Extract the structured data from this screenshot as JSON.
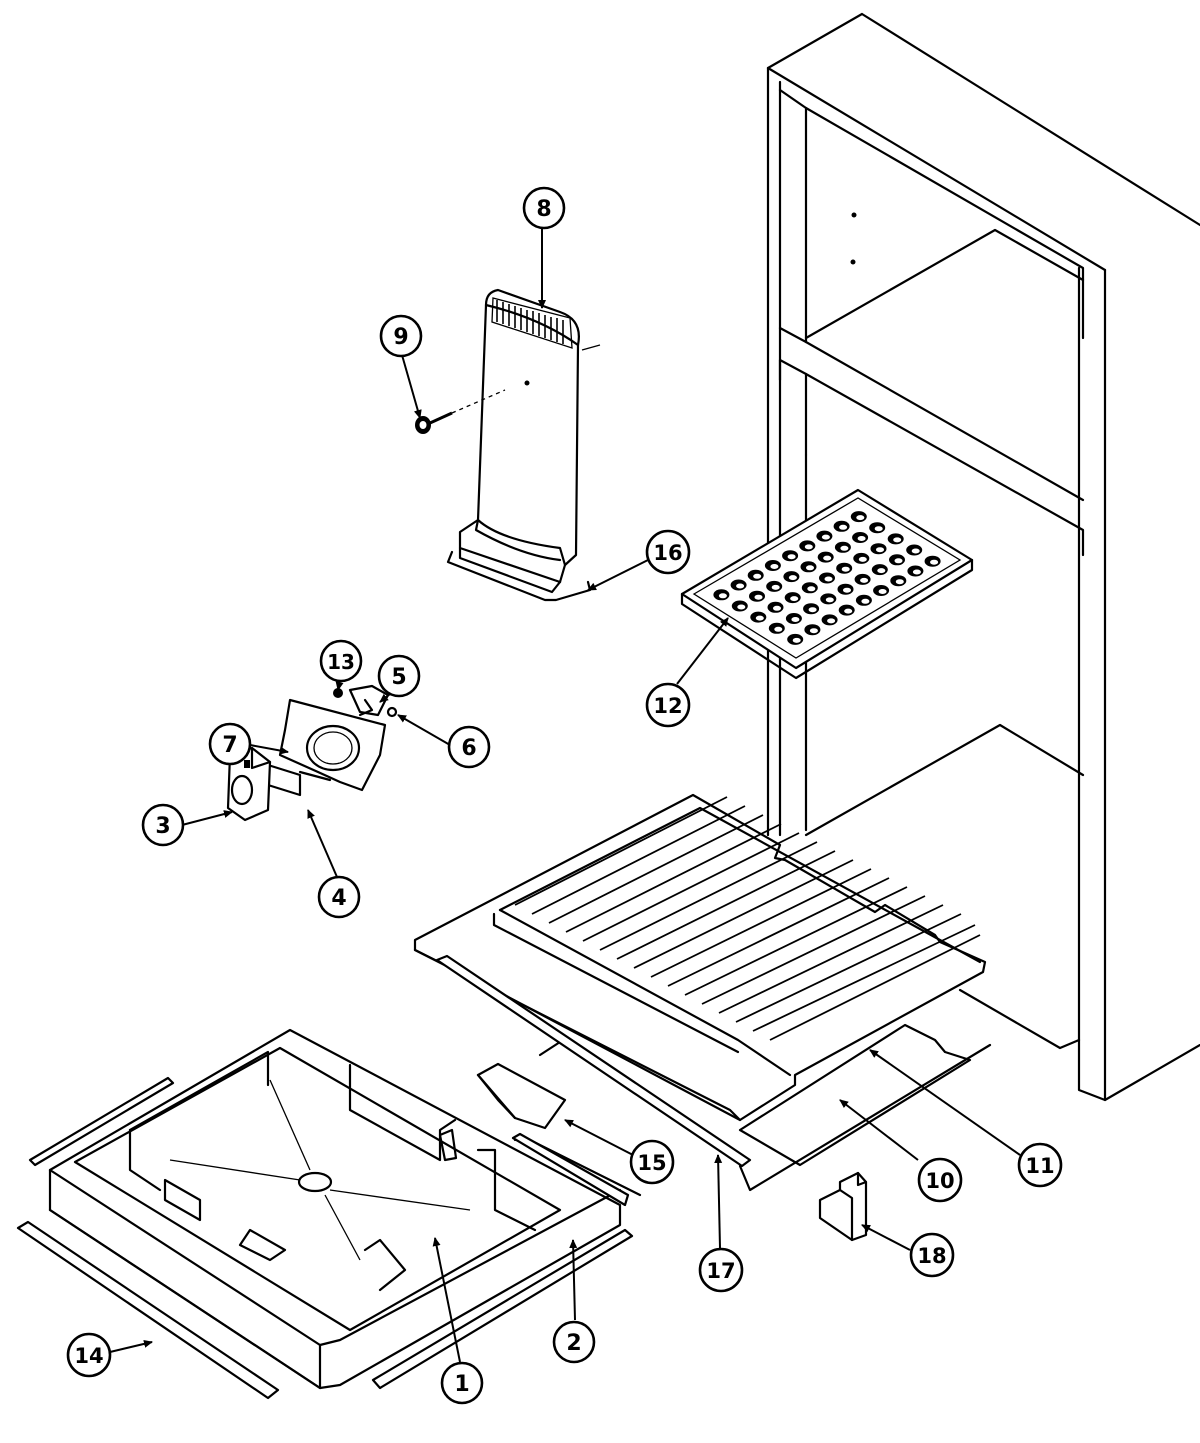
{
  "diagram": {
    "type": "exploded-parts-view",
    "callouts": [
      {
        "id": "c1",
        "label": "1"
      },
      {
        "id": "c2",
        "label": "2"
      },
      {
        "id": "c3",
        "label": "3"
      },
      {
        "id": "c4",
        "label": "4"
      },
      {
        "id": "c5",
        "label": "5"
      },
      {
        "id": "c6",
        "label": "6"
      },
      {
        "id": "c7",
        "label": "7"
      },
      {
        "id": "c8",
        "label": "8"
      },
      {
        "id": "c9",
        "label": "9"
      },
      {
        "id": "c10",
        "label": "10"
      },
      {
        "id": "c11",
        "label": "11"
      },
      {
        "id": "c12",
        "label": "12"
      },
      {
        "id": "c13",
        "label": "13"
      },
      {
        "id": "c14",
        "label": "14"
      },
      {
        "id": "c15",
        "label": "15"
      },
      {
        "id": "c16",
        "label": "16"
      },
      {
        "id": "c17",
        "label": "17"
      },
      {
        "id": "c18",
        "label": "18"
      }
    ]
  }
}
